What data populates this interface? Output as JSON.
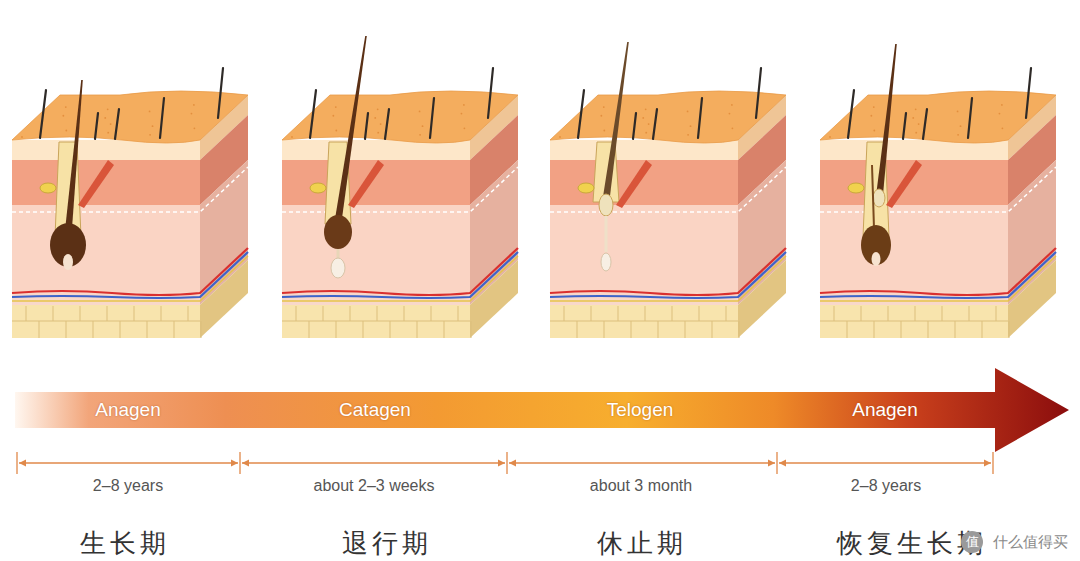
{
  "diagram": {
    "nodes": [
      {
        "text": [
          "Anagen",
          "Catagen",
          "Telogen",
          "Anagen"
        ]
      }
    ],
    "labels": [
      "2–8 years",
      "about 2–3 weeks",
      "about 3 month",
      "2–8 years",
      "生长期",
      "退行期",
      "休止期",
      "恢复生长期",
      "值",
      "什么值得买"
    ]
  }
}
